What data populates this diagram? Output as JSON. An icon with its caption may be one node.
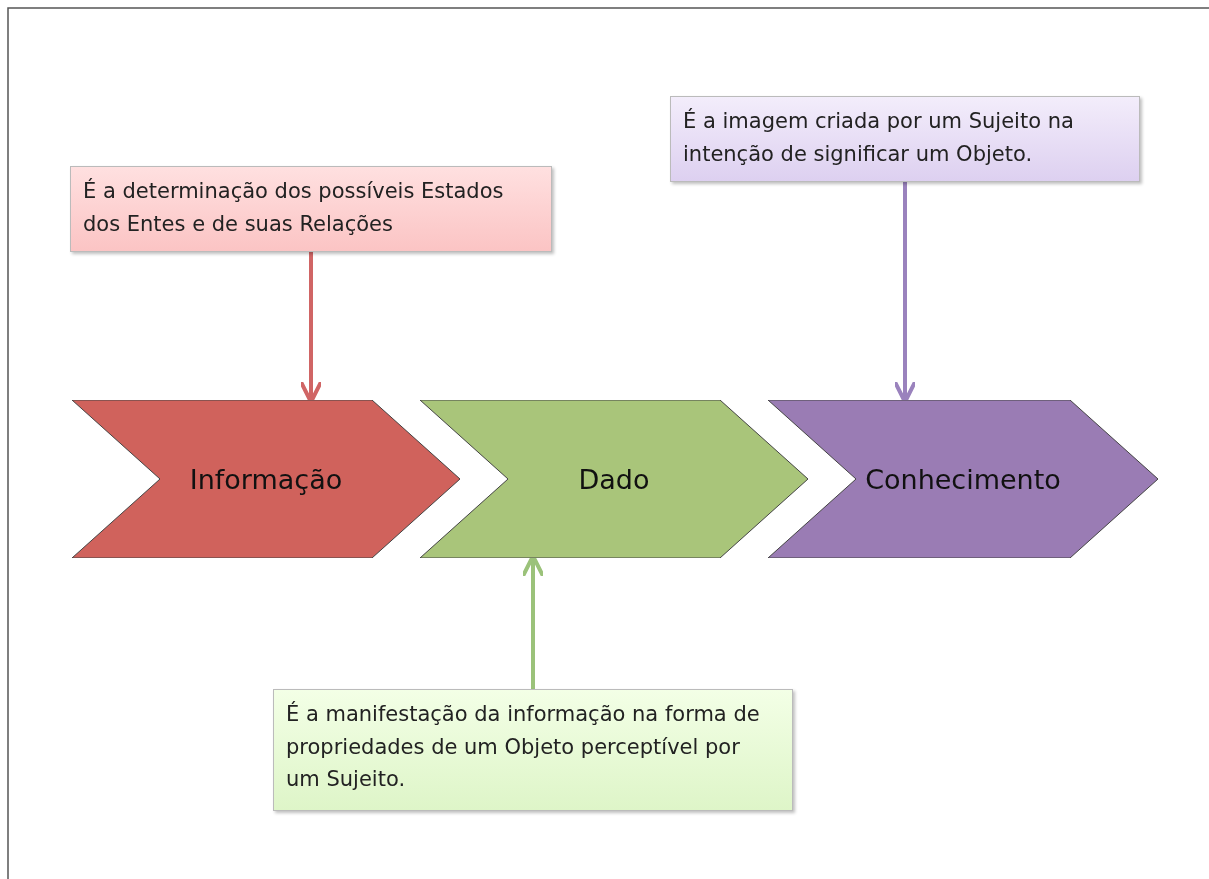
{
  "diagram": {
    "nodes": [
      {
        "text": [
          "É a imagem criada por um Sujeito na intenção de significar um Objeto."
        ]
      },
      {
        "text": [
          "É a determinação dos possíveis Estados dos Entes e de suas Relações"
        ]
      },
      {
        "text": [
          "Informação"
        ]
      },
      {
        "text": [
          "Dado"
        ]
      },
      {
        "text": [
          "Conhecimento"
        ]
      },
      {
        "text": [
          "É a manifestação da informação na forma de propriedades de um Objeto perceptível por um Sujeito."
        ]
      }
    ],
    "edges": [
      {
        "from": 1,
        "to": 2,
        "arrow": "to",
        "color": "#d06565"
      },
      {
        "from": 0,
        "to": 4,
        "arrow": "to",
        "color": "#9a82bd"
      },
      {
        "from": 5,
        "to": 3,
        "arrow": "to",
        "color": "#9bc27a"
      }
    ]
  }
}
